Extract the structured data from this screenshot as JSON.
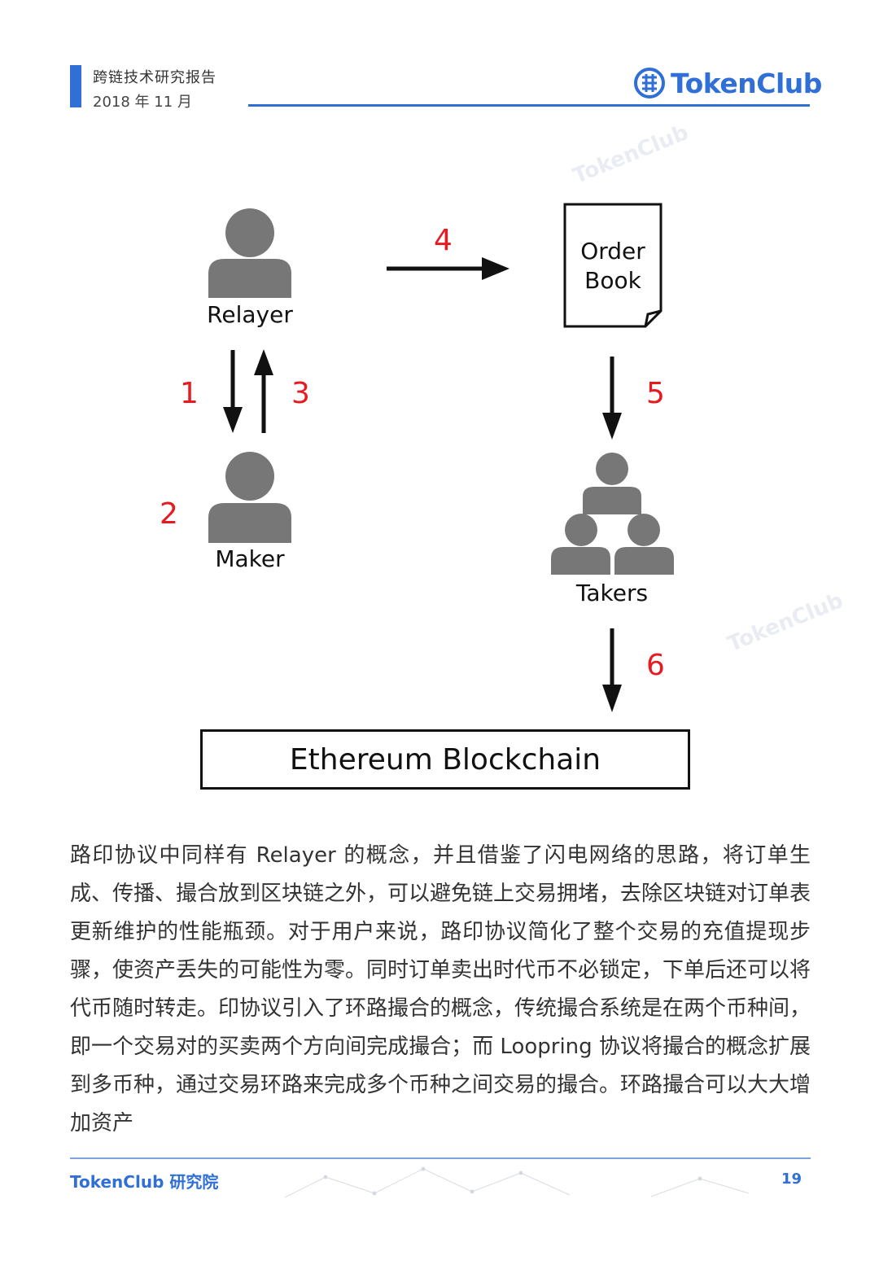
{
  "header": {
    "title": "跨链技术研究报告",
    "date": "2018 年 11 月",
    "logo_text": "TokenClub"
  },
  "diagram": {
    "nodes": {
      "relayer": "Relayer",
      "maker": "Maker",
      "order_book_line1": "Order",
      "order_book_line2": "Book",
      "takers": "Takers",
      "blockchain": "Ethereum Blockchain"
    },
    "steps": [
      "1",
      "2",
      "3",
      "4",
      "5",
      "6"
    ]
  },
  "body": {
    "paragraph": "路印协议中同样有 Relayer 的概念，并且借鉴了闪电网络的思路，将订单生成、传播、撮合放到区块链之外，可以避免链上交易拥堵，去除区块链对订单表更新维护的性能瓶颈。对于用户来说，路印协议简化了整个交易的充值提现步骤，使资产丢失的可能性为零。同时订单卖出时代币不必锁定，下单后还可以将代币随时转走。印协议引入了环路撮合的概念，传统撮合系统是在两个币种间，即一个交易对的买卖两个方向间完成撮合；而 Loopring 协议将撮合的概念扩展到多币种，通过交易环路来完成多个币种之间交易的撮合。环路撮合可以大大增加资产"
  },
  "footer": {
    "org": "TokenClub 研究院",
    "page": "19"
  },
  "colors": {
    "brand_blue": "#2f6fd6",
    "step_red": "#e8191f",
    "icon_gray": "#777777"
  }
}
